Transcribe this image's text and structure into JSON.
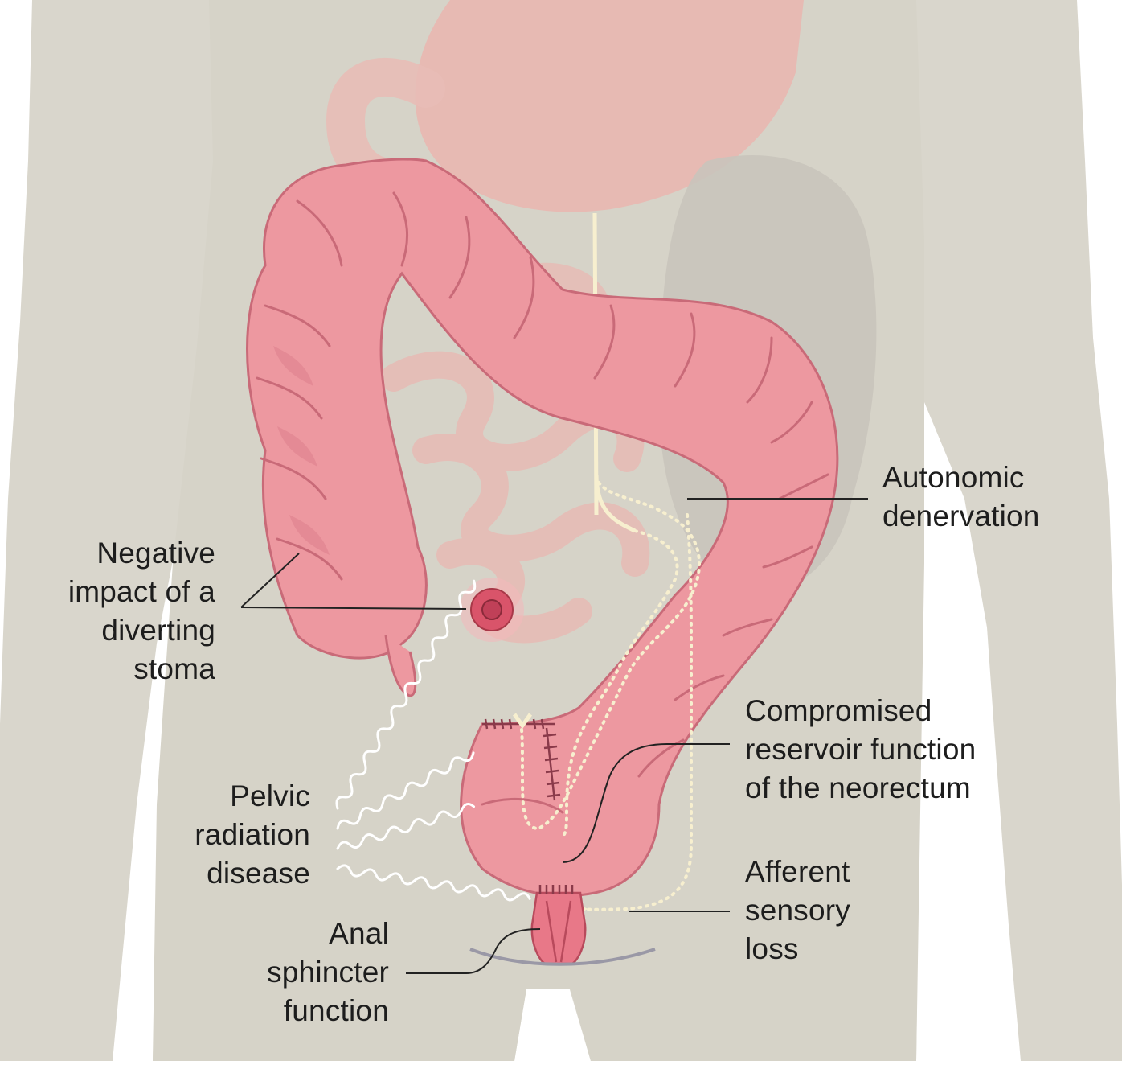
{
  "labels": {
    "stoma": [
      "Negative",
      "impact of a",
      "diverting",
      "stoma"
    ],
    "autonomic": [
      "Autonomic",
      "denervation"
    ],
    "reservoir": [
      "Compromised",
      "reservoir function",
      "of the neorectum"
    ],
    "radiation": [
      "Pelvic",
      "radiation",
      "disease"
    ],
    "afferent": [
      "Afferent",
      "sensory",
      "loss"
    ],
    "sphincter": [
      "Anal",
      "sphincter",
      "function"
    ]
  },
  "colors": {
    "body": "#d9d6cc",
    "colon": "#ed98a0",
    "colon_outline": "#c96a78",
    "faded_organ": "#e8bcb6",
    "shadow_organ": "#c9c4bb",
    "nerve": "#f7efcf",
    "leader_line": "#222222"
  }
}
